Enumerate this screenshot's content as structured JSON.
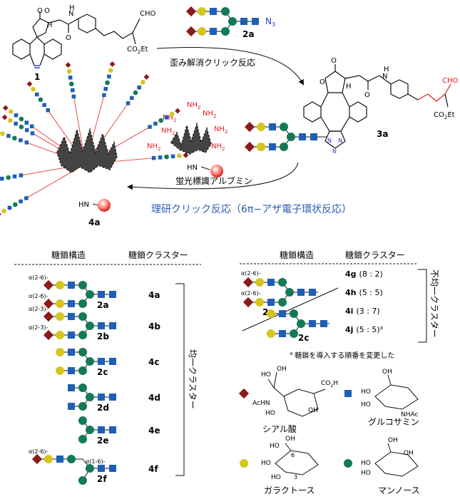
{
  "scheme": {
    "compound1": "1",
    "reagent2a": "2a",
    "azide": "N",
    "azide_sub": "3",
    "step1": "歪み解消クリック反応",
    "compound3a": "3a",
    "cho": "CHO",
    "co2et": "CO",
    "co2et_sub": "2",
    "co2et_end": "Et",
    "co2et_top": "CO",
    "co2et_top_sub": "2",
    "co2et_top_end": "Et",
    "n_label": "N",
    "h_label": "H",
    "o_label": "O",
    "triazole_n": "N",
    "albumin": "蛍光標識アルブミン",
    "nh2": "NH",
    "nh2_sub": "2",
    "hn": "HN",
    "step2": "理研クリック反応（6π−アザ電子環状反応）",
    "product4a": "4a"
  },
  "left_table": {
    "header_structure": "糖鎖構造",
    "header_cluster": "糖鎖クラスター",
    "rows": [
      {
        "alpha1": "α(2-6)-",
        "alpha2": "α(2-6)-",
        "label": "2a",
        "cluster": "4a"
      },
      {
        "alpha1": "α(2-3)-",
        "alpha2": "α(2-3)-",
        "label": "2b",
        "cluster": "4b"
      },
      {
        "label": "2c",
        "cluster": "4c"
      },
      {
        "label": "2d",
        "cluster": "4d"
      },
      {
        "label": "2e",
        "cluster": "4e"
      },
      {
        "alpha1": "α(2-6)-",
        "alpha3": "α(1-6)-",
        "label": "2f",
        "cluster": "4f"
      }
    ],
    "bracket_label": "均一クラスター"
  },
  "right_table": {
    "header_structure": "糖鎖構造",
    "header_cluster": "糖鎖クラスター",
    "alpha1": "α(2-6)-",
    "alpha2": "α(2-6)-",
    "label_2a": "2a",
    "label_2c": "2c",
    "clusters": [
      {
        "name": "4g",
        "ratio": "(8 : 2)"
      },
      {
        "name": "4h",
        "ratio": "(5 : 5)"
      },
      {
        "name": "4i",
        "ratio": "(3 : 7)"
      },
      {
        "name": "4j",
        "ratio": "(5 : 5)",
        "sup": "a"
      }
    ],
    "bracket_label": "不均一クラスター",
    "footnote_sup": "a",
    "footnote": "糖鎖を導入する順番を変更した"
  },
  "legend": {
    "sialic": "シアル酸",
    "glcnac": "グルコサミン",
    "galactose": "ガラクトース",
    "mannose": "マンノース",
    "oh": "OH",
    "ho": "HO",
    "co2h": "CO",
    "co2h_sub": "2",
    "co2h_end": "H",
    "acnh": "AcHN",
    "nhac": "NHAc",
    "num6": "6",
    "num3": "3"
  },
  "colors": {
    "sialic": "#8b1a1a",
    "glcnac": "#1f5fb5",
    "galactose": "#d4c61f",
    "mannose": "#137a55",
    "red": "#e0201e",
    "blue_text": "#2a5db5"
  }
}
